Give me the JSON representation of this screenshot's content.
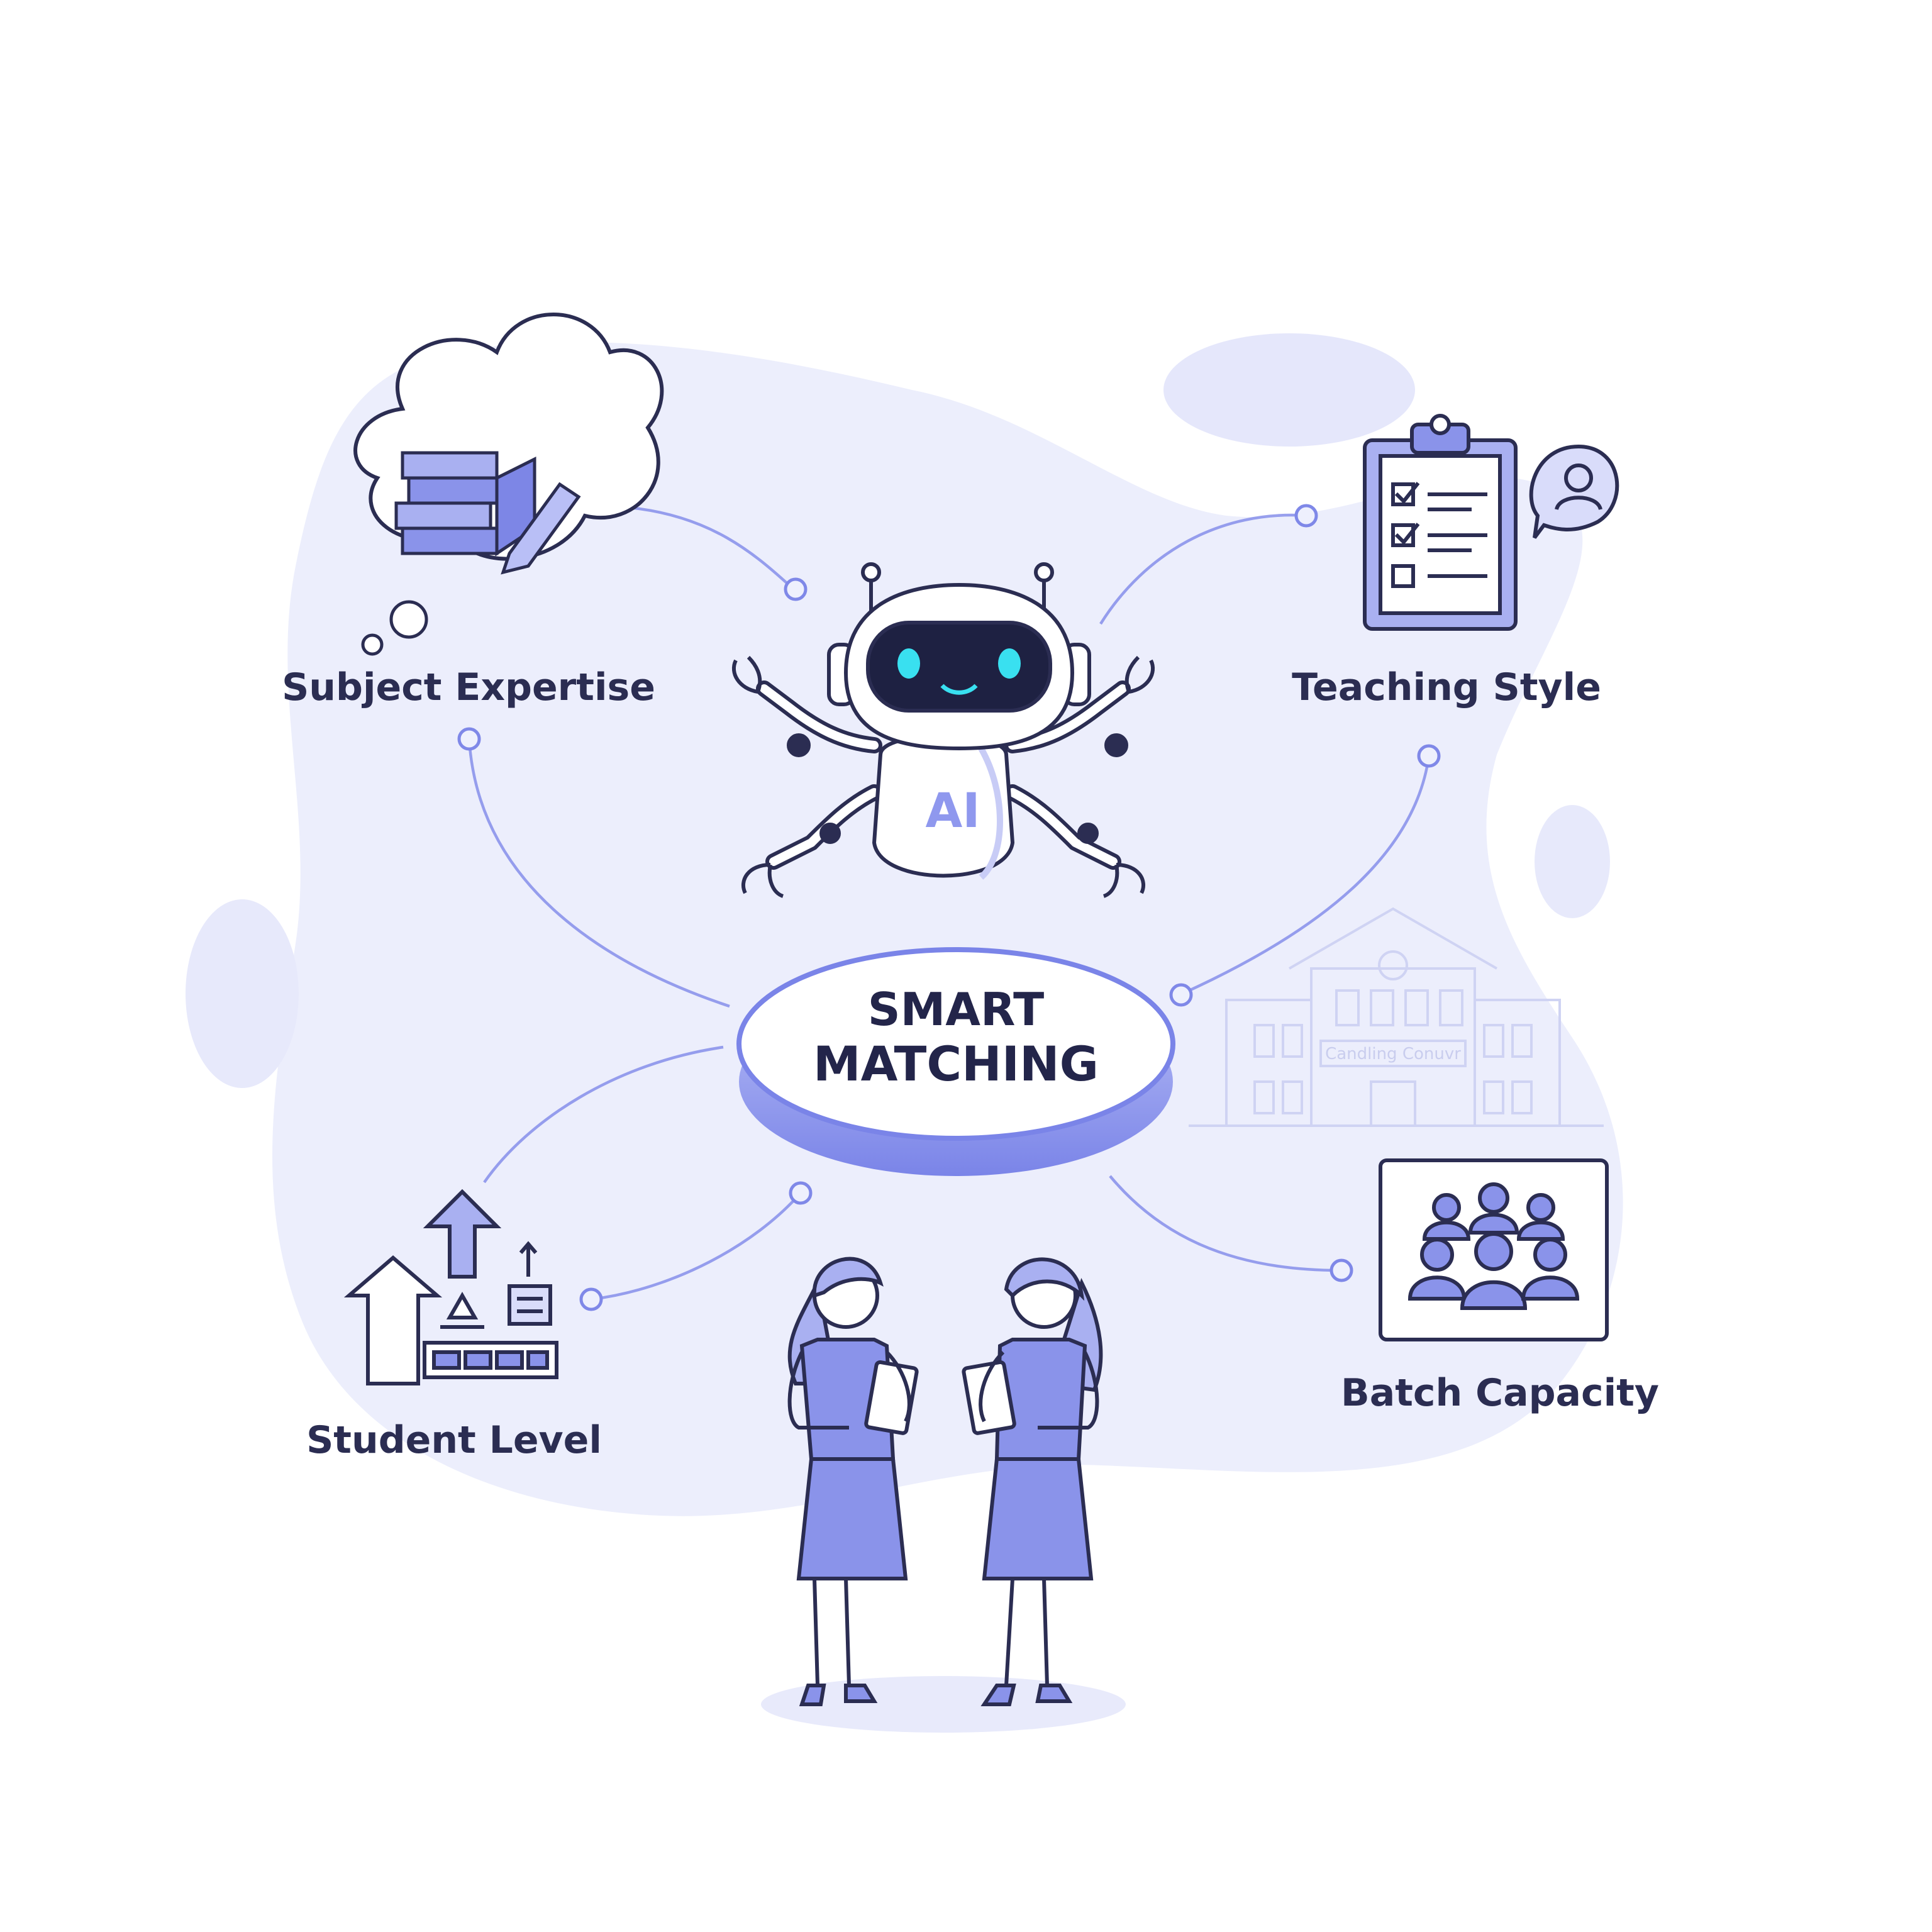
{
  "hub": {
    "line1": "SMART",
    "line2": "MATCHING"
  },
  "robot_badge": "AI",
  "factors": [
    {
      "label": "Subject Expertise",
      "icon": "books-pencil-thought-icon"
    },
    {
      "label": "Teaching Style",
      "icon": "clipboard-checklist-icon"
    },
    {
      "label": "Student Level",
      "icon": "level-up-arrows-icon"
    },
    {
      "label": "Batch Capacity",
      "icon": "group-people-icon"
    }
  ],
  "building_sign": "Candling Conuvr",
  "colors": {
    "accent": "#7d86e6",
    "line": "#7f88e8",
    "blob": "#eceefc",
    "ink": "#2b2d52",
    "robot_eye": "#39e0f0"
  }
}
